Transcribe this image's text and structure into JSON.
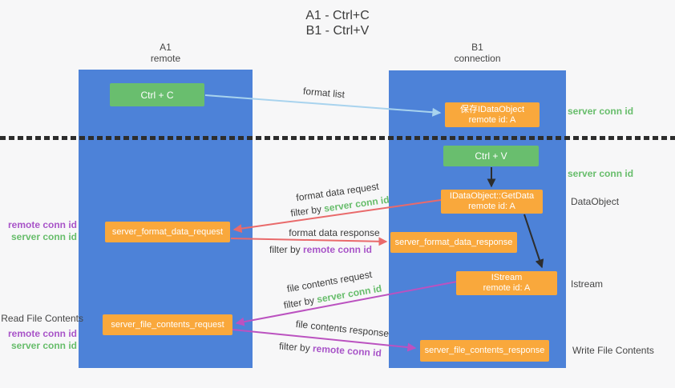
{
  "title": {
    "line1": "A1 - Ctrl+C",
    "line2": "B1 - Ctrl+V"
  },
  "columns": {
    "a1": {
      "name": "A1",
      "subtitle": "remote"
    },
    "b1": {
      "name": "B1",
      "subtitle": "connection"
    }
  },
  "nodes": {
    "ctrl_c": {
      "label": "Ctrl + C"
    },
    "save_idataobject": {
      "line1": "保存IDataObject",
      "line2": "remote id: A"
    },
    "ctrl_v": {
      "label": "Ctrl + V"
    },
    "getdata": {
      "line1": "IDataObject::GetData",
      "line2": "remote id: A"
    },
    "format_request": {
      "label": "server_format_data_request"
    },
    "format_response": {
      "label": "server_format_data_response"
    },
    "istream": {
      "line1": "IStream",
      "line2": "remote id: A"
    },
    "file_request": {
      "label": "server_file_contents_request"
    },
    "file_response": {
      "label": "server_file_contents_response"
    }
  },
  "right_labels": {
    "server_conn_id_top": "server conn id",
    "server_conn_id_mid": "server conn id",
    "dataobject": "DataObject",
    "istream": "Istream",
    "write_file_contents": "Write File Contents"
  },
  "left_labels": {
    "format_remote_conn_id": "remote conn id",
    "format_server_conn_id": "server conn id",
    "read_file_contents": "Read File Contents",
    "file_remote_conn_id": "remote conn id",
    "file_server_conn_id": "server conn id"
  },
  "arrow_labels": {
    "format_list": "format list",
    "format_data_request": "format data request",
    "format_data_response": "format data response",
    "file_contents_request": "file contents request",
    "file_contents_response": "file contents response",
    "filter_by": "filter by ",
    "server_conn_id": "server conn id",
    "remote_conn_id": "remote conn id"
  },
  "colors": {
    "background": "#f7f7f8",
    "column_blue": "#4d82d8",
    "node_green": "#69be6e",
    "node_orange": "#f9a83c",
    "arrow_lightblue": "#a8d3ee",
    "arrow_red": "#e96a6b",
    "arrow_magenta": "#bb52c0",
    "arrow_black": "#2d2d2d",
    "text_green": "#67bd6b",
    "text_purple": "#a854c8",
    "text_dark": "#3c3c3c"
  }
}
